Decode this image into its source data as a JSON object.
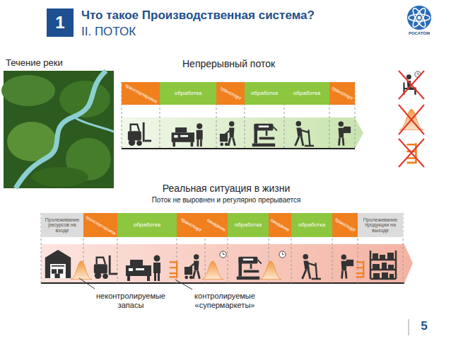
{
  "diagram": {
    "title": "Что такое Производственная система?",
    "nodes": [
      {
        "text": [
          "1"
        ]
      },
      {
        "text": [
          "транспортировка"
        ]
      },
      {
        "text": [
          "обработка"
        ]
      },
      {
        "text": [
          "транспорт"
        ]
      },
      {
        "text": [
          "обработка"
        ]
      },
      {
        "text": [
          "обработка"
        ]
      },
      {
        "text": [
          "транспорт"
        ]
      },
      {
        "text": [
          "Пролеживание ресурсов на входе"
        ]
      },
      {
        "text": [
          "транспортировка"
        ]
      },
      {
        "text": [
          "обработка"
        ]
      },
      {
        "text": [
          "транспорт"
        ]
      },
      {
        "text": [
          "ожидание"
        ]
      },
      {
        "text": [
          "обработка"
        ]
      },
      {
        "text": [
          "ожидание"
        ]
      },
      {
        "text": [
          "обработка"
        ]
      },
      {
        "text": [
          "транспорт"
        ]
      },
      {
        "text": [
          "Пролеживание продукции на выходе"
        ]
      }
    ],
    "labels": [
      "II. ПОТОК",
      "РОСАТОМ",
      "Течение реки",
      "Непрерывный поток",
      "Реальная ситуация в жизни",
      "Поток не выровнен и регулярно прерывается",
      "неконтролируемые запасы",
      "контролируемые «супермаркеты»",
      "5"
    ]
  }
}
